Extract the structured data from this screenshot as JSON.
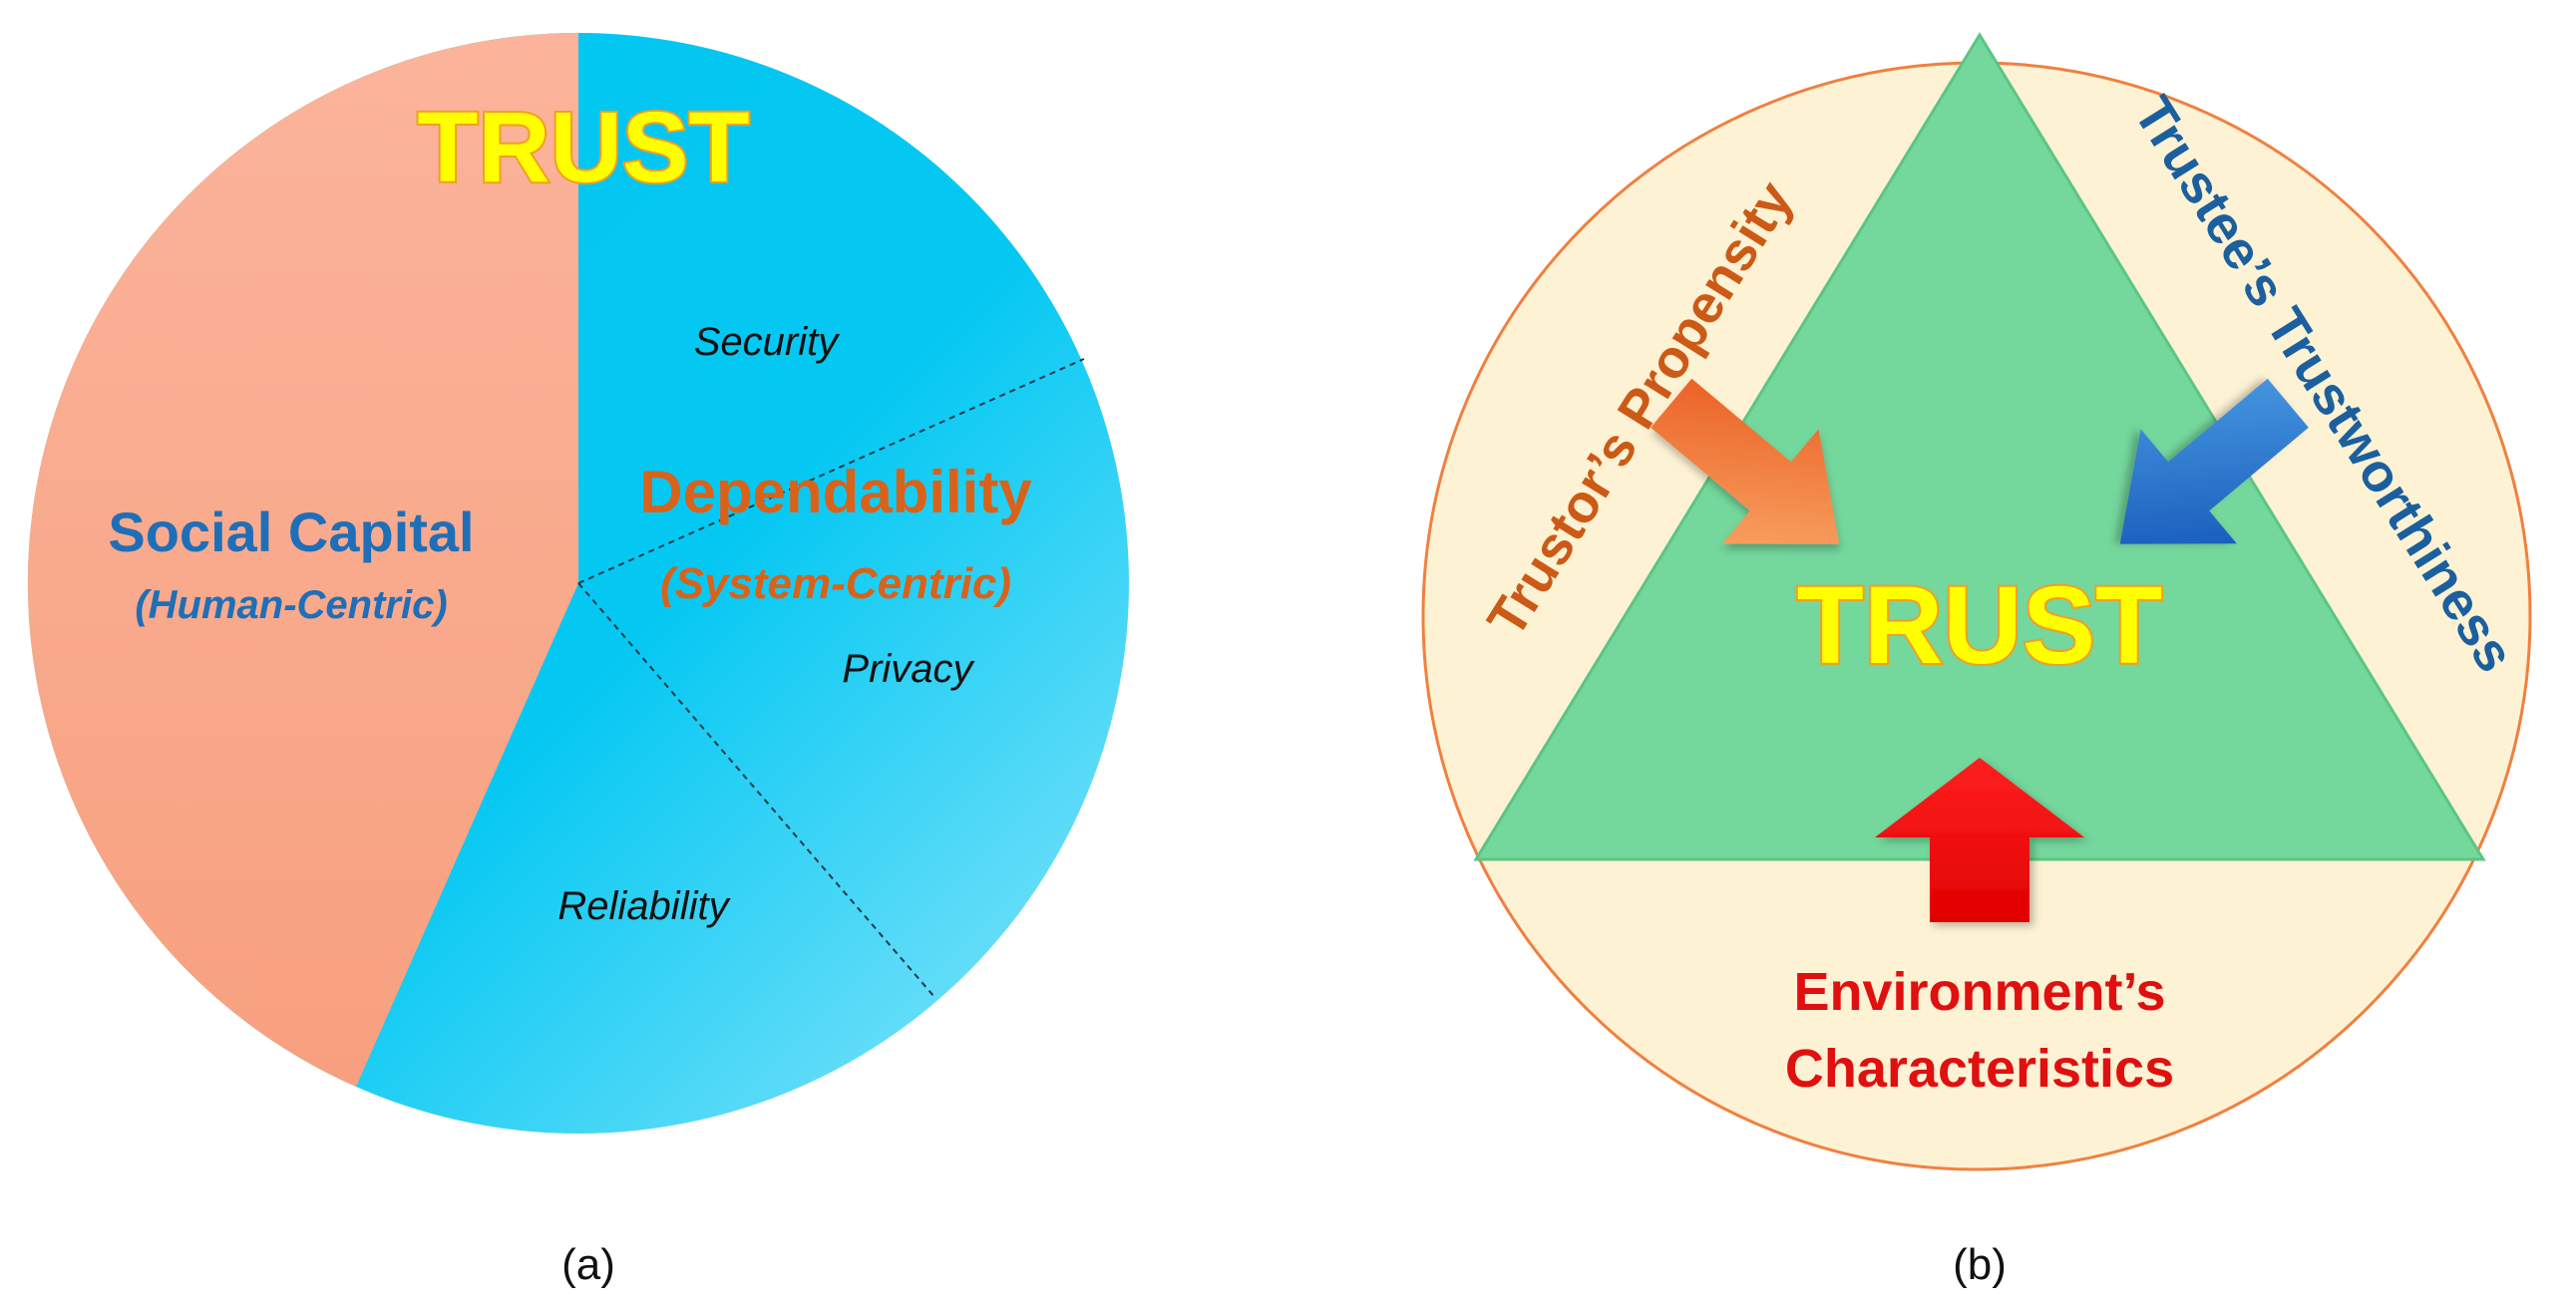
{
  "panel_a": {
    "title": "TRUST",
    "social_capital": {
      "label": "Social Capital",
      "sublabel": "(Human-Centric)"
    },
    "dependability": {
      "label": "Dependability",
      "sublabel": "(System-Centric)"
    },
    "facets": {
      "security": "Security",
      "privacy": "Privacy",
      "reliability": "Reliability"
    },
    "caption": "(a)"
  },
  "panel_b": {
    "center": "TRUST",
    "left_side": "Trustor’s Propensity",
    "right_side": "Trustee’s Trustworthiness",
    "bottom_line1": "Environment’s",
    "bottom_line2": "Characteristics",
    "caption": "(b)"
  },
  "colors": {
    "social_capital_fill": "#f8a58a",
    "dependability_fill": "#1ec8f2",
    "trust_title_fill": "#ffff00",
    "trust_title_stroke": "#f0a020",
    "social_text": "#1f6fb8",
    "dependability_text": "#d9621a",
    "triangle_fill": "#74d79c",
    "outer_circle_fill": "#fdf2d4",
    "outer_circle_stroke": "#f08040",
    "left_text": "#cc5a16",
    "right_text": "#1b5f9e",
    "bottom_text": "#e01010"
  }
}
